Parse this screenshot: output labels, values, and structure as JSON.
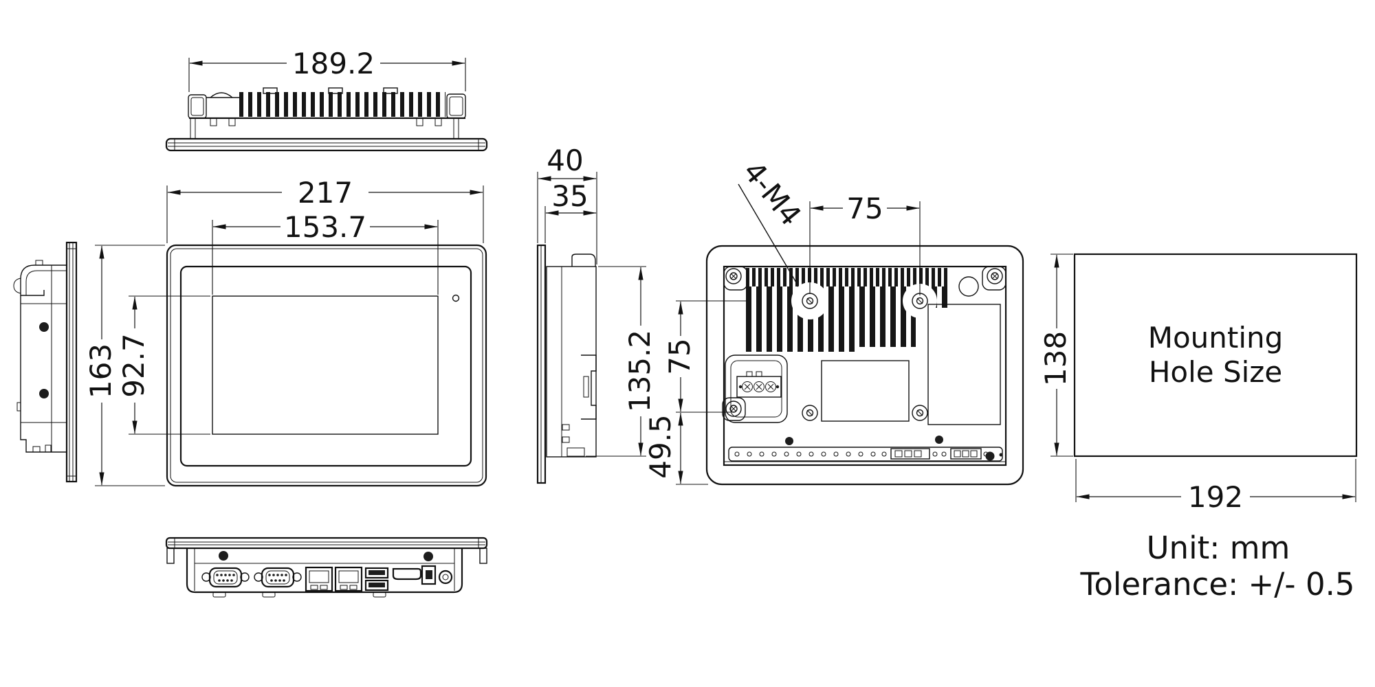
{
  "notes": {
    "unit": "Unit: mm",
    "tolerance": "Tolerance: +/- 0.5"
  },
  "mounting_box": {
    "line1": "Mounting",
    "line2": "Hole Size",
    "height": "138",
    "width": "192"
  },
  "top_view": {
    "width": "189.2"
  },
  "front_view": {
    "width": "217",
    "display_width": "153.7",
    "height": "163",
    "display_height": "92.7"
  },
  "side_view": {
    "depth": "40",
    "body_depth": "35",
    "body_height": "135.2"
  },
  "rear_view": {
    "thread": "4-M4",
    "hole_pitch_h": "75",
    "hole_pitch_v": "75",
    "bottom_offset": "49.5"
  }
}
